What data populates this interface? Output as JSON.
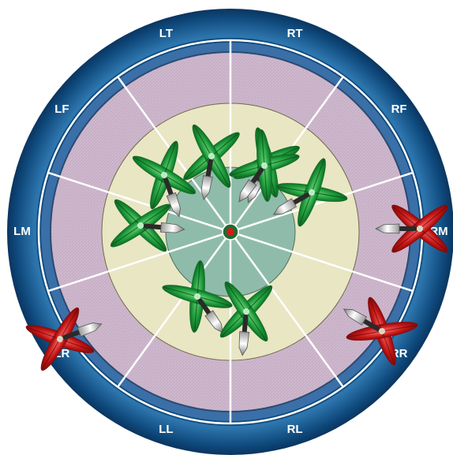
{
  "colors": {
    "outer_ring": "#0f4a7d",
    "outer_ring_light": "#2d75ad",
    "inner_band": "#3a6fa7",
    "zone_outer": "#c7afc6",
    "zone_middle": "#e9e6c4",
    "zone_inner": "#8fbcaa",
    "hit_green": "#1d9a3a",
    "miss_red": "#c41616",
    "bullseye": "#d21b1b",
    "divider": "#ffffff"
  },
  "zones": [
    {
      "key": "lt",
      "label": "LT"
    },
    {
      "key": "rt",
      "label": "RT"
    },
    {
      "key": "rf",
      "label": "RF"
    },
    {
      "key": "rm",
      "label": "RM"
    },
    {
      "key": "rr",
      "label": "RR"
    },
    {
      "key": "rl",
      "label": "RL"
    },
    {
      "key": "ll",
      "label": "LL"
    },
    {
      "key": "lr",
      "label": "LR"
    },
    {
      "key": "lm",
      "label": "LM"
    },
    {
      "key": "lf",
      "label": "LF"
    }
  ],
  "darts": [
    {
      "color": "green",
      "result": "hit"
    },
    {
      "color": "green",
      "result": "hit"
    },
    {
      "color": "green",
      "result": "hit"
    },
    {
      "color": "green",
      "result": "hit"
    },
    {
      "color": "green",
      "result": "hit"
    },
    {
      "color": "green",
      "result": "hit"
    },
    {
      "color": "green",
      "result": "hit"
    },
    {
      "color": "green",
      "result": "hit"
    },
    {
      "color": "red",
      "result": "miss"
    },
    {
      "color": "red",
      "result": "miss"
    },
    {
      "color": "red",
      "result": "miss"
    }
  ]
}
